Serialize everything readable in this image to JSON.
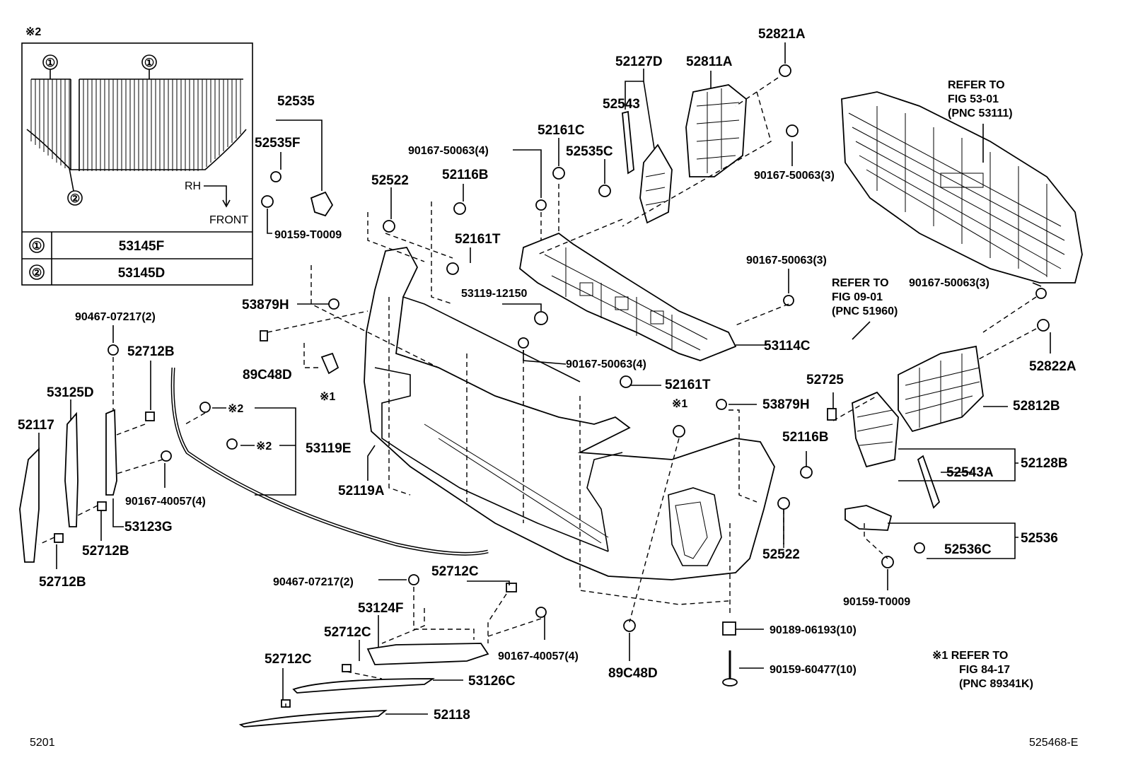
{
  "inset": {
    "note_mark": "※2",
    "direction_rh": "RH",
    "direction_front": "FRONT",
    "callout_1": "①",
    "callout_2": "②",
    "rows": [
      {
        "key": "①",
        "part": "53145F"
      },
      {
        "key": "②",
        "part": "53145D"
      }
    ]
  },
  "labels": {
    "p52535": "52535",
    "p52535F": "52535F",
    "p90159_T0009_a": "90159-T0009",
    "p52522_a": "52522",
    "p52116B_a": "52116B",
    "p90167_50063_4a": "90167-50063(4)",
    "p52161C": "52161C",
    "p52535C": "52535C",
    "p52127D": "52127D",
    "p52543": "52543",
    "p52811A": "52811A",
    "p52821A": "52821A",
    "p90167_50063_3a": "90167-50063(3)",
    "p52161T_a": "52161T",
    "p53119_12150": "53119-12150",
    "p53879H_a": "53879H",
    "p89C48D_a": "89C48D",
    "p90467_07217_2a": "90467-07217(2)",
    "p52712B_a": "52712B",
    "p53125D": "53125D",
    "p52117": "52117",
    "p90167_40057_4a": "90167-40057(4)",
    "p53123G": "53123G",
    "p52712B_b": "52712B",
    "p52712B_c": "52712B",
    "p53119E": "53119E",
    "note2_a": "※2",
    "note2_b": "※2",
    "note1_a": "※1",
    "note1_b": "※1",
    "p52119A": "52119A",
    "p90167_50063_4b": "90167-50063(4)",
    "p52161T_b": "52161T",
    "p53114C": "53114C",
    "p90167_50063_3b": "90167-50063(3)",
    "p90167_50063_3c": "90167-50063(3)",
    "p53879H_b": "53879H",
    "p52725": "52725",
    "p52116B_b": "52116B",
    "p52522_b": "52522",
    "p52822A": "52822A",
    "p52812B": "52812B",
    "p52128B": "52128B",
    "p52543A": "52543A",
    "p52536": "52536",
    "p52536C": "52536C",
    "p90159_T0009_b": "90159-T0009",
    "p90189_06193": "90189-06193(10)",
    "p90159_60477": "90159-60477(10)",
    "p89C48D_b": "89C48D",
    "p90467_07217_2b": "90467-07217(2)",
    "p52712C_a": "52712C",
    "p53124F": "53124F",
    "p52712C_b": "52712C",
    "p52712C_c": "52712C",
    "p90167_40057_4b": "90167-40057(4)",
    "p53126C": "53126C",
    "p52118": "52118"
  },
  "references": {
    "ref_53111": [
      "REFER TO",
      "FIG 53-01",
      "(PNC 53111)"
    ],
    "ref_51960": [
      "REFER TO",
      "FIG 09-01",
      "(PNC 51960)"
    ],
    "note1_ref": [
      "※1 REFER TO",
      "FIG 84-17",
      "(PNC 89341K)"
    ]
  },
  "footer": {
    "page_code": "5201",
    "drawing_id": "525468-E"
  }
}
